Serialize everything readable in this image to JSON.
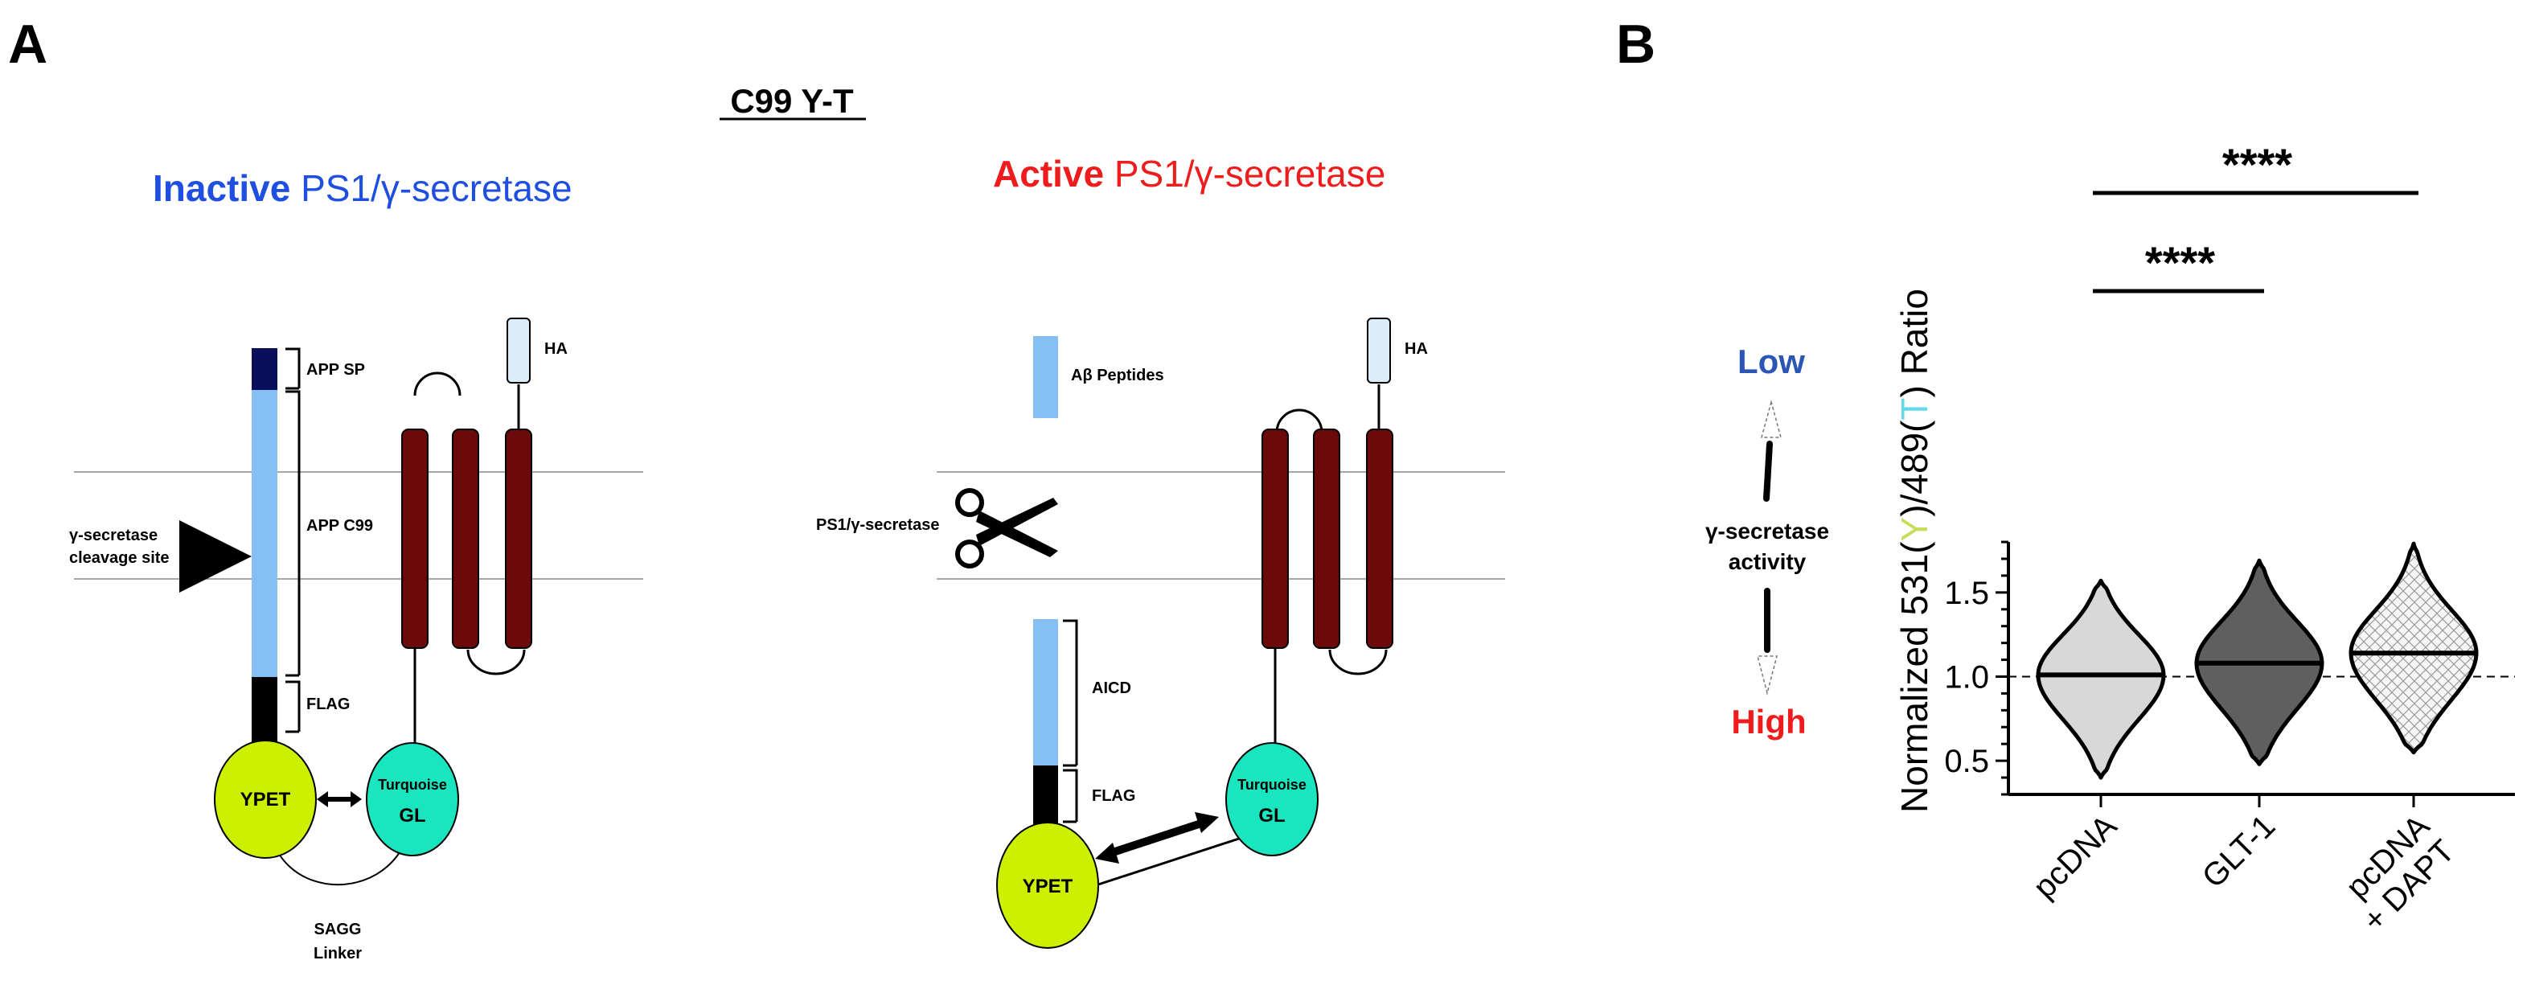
{
  "panel_a": {
    "label": "A",
    "construct_title": "C99 Y-T",
    "inactive_title_bold": "Inactive",
    "inactive_title_rest": " PS1/γ-secretase",
    "active_title_bold": "Active",
    "active_title_rest": " PS1/γ-secretase",
    "labels": {
      "app_sp": "APP SP",
      "app_c99": "APP C99",
      "flag": "FLAG",
      "ha": "HA",
      "cleavage_1": "γ-secretase",
      "cleavage_2": "cleavage site",
      "ypet": "YPET",
      "turquoise": "Turquoise",
      "gl": "GL",
      "sagg_1": "SAGG",
      "sagg_2": "Linker",
      "abeta": "Aβ Peptides",
      "ps1": "PS1/γ-secretase",
      "aicd": "AICD"
    },
    "colors": {
      "inactive_blue": "#1f4fe0",
      "active_red": "#ee1c1c",
      "app_light_blue": "#86bff4",
      "app_sp_navy": "#0a0f5c",
      "ps1_maroon": "#6b0a0a",
      "ypet_yellow": "#cdf000",
      "turquoise": "#19e6bf",
      "ha_fill": "#dcecf8"
    }
  },
  "panel_b": {
    "label": "B",
    "low_label": "Low",
    "high_label": "High",
    "activity_1": "γ-secretase",
    "activity_2": "activity",
    "ylabel_parts": [
      "Normalized 531(",
      "Y",
      ")/489(",
      "T",
      ") Ratio"
    ],
    "colors": {
      "low_blue": "#2d55b4",
      "high_red": "#ee1c1c",
      "y_yellowgreen": "#c8de5a",
      "t_cyan": "#63d8e8"
    },
    "significance": [
      "****",
      "****"
    ]
  },
  "chart_data": {
    "type": "violin",
    "categories": [
      "pcDNA",
      "GLT-1",
      "pcDNA\n+ DAPT"
    ],
    "category_lines": [
      [
        "pcDNA"
      ],
      [
        "GLT-1"
      ],
      [
        "pcDNA",
        "+ DAPT"
      ]
    ],
    "medians": [
      1.01,
      1.08,
      1.14
    ],
    "mins": [
      0.4,
      0.48,
      0.55
    ],
    "maxs": [
      1.57,
      1.69,
      1.79
    ],
    "fills": [
      "#d8d8d8",
      "#5f5f5f",
      "hatched"
    ],
    "ylim": [
      0.3,
      1.8
    ],
    "yticks": [
      0.5,
      1.0,
      1.5
    ],
    "ytick_labels": [
      "0.5",
      "1.0",
      "1.5"
    ],
    "reference_line": 1.0,
    "comparisons": [
      {
        "from": "pcDNA",
        "to": "GLT-1",
        "label": "****"
      },
      {
        "from": "pcDNA",
        "to": "pcDNA\n+ DAPT",
        "label": "****"
      }
    ]
  }
}
